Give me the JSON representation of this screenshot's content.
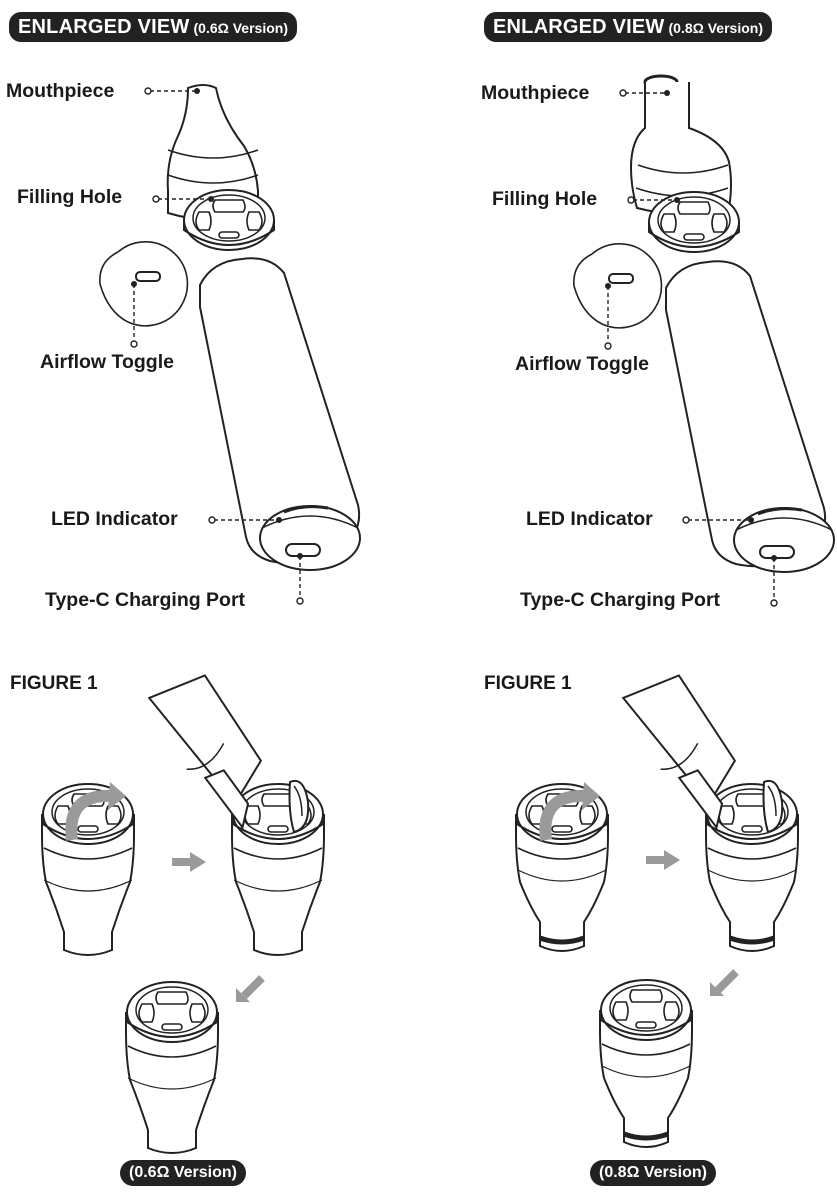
{
  "left": {
    "header_main": "ENLARGED VIEW",
    "header_version": "(0.6Ω Version)",
    "labels": {
      "mouthpiece": "Mouthpiece",
      "filling_hole": "Filling Hole",
      "airflow_toggle": "Airflow Toggle",
      "led_indicator": "LED Indicator",
      "charging_port": "Type-C Charging Port"
    },
    "figure_title": "FIGURE 1",
    "version_badge": "(0.6Ω Version)"
  },
  "right": {
    "header_main": "ENLARGED VIEW",
    "header_version": "(0.8Ω Version)",
    "labels": {
      "mouthpiece": "Mouthpiece",
      "filling_hole": "Filling Hole",
      "airflow_toggle": "Airflow Toggle",
      "led_indicator": "LED Indicator",
      "charging_port": "Type-C Charging Port"
    },
    "figure_title": "FIGURE 1",
    "version_badge": "(0.8Ω Version)"
  }
}
